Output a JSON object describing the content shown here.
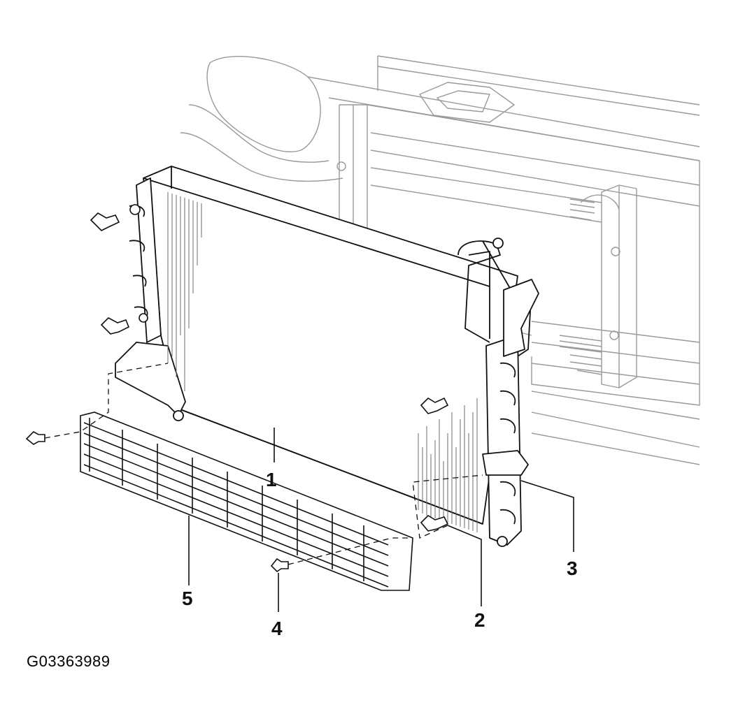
{
  "callouts": {
    "c1": "1",
    "c2": "2",
    "c3": "3",
    "c4": "4",
    "c5": "5"
  },
  "figure_id": "G03363989",
  "colors": {
    "background": "#ffffff",
    "body_lines": "#9a9a9a",
    "part_lines": "#111111",
    "hatch": "#6e6e6e"
  },
  "icons": [
    "bolt-icon",
    "clip-icon"
  ]
}
